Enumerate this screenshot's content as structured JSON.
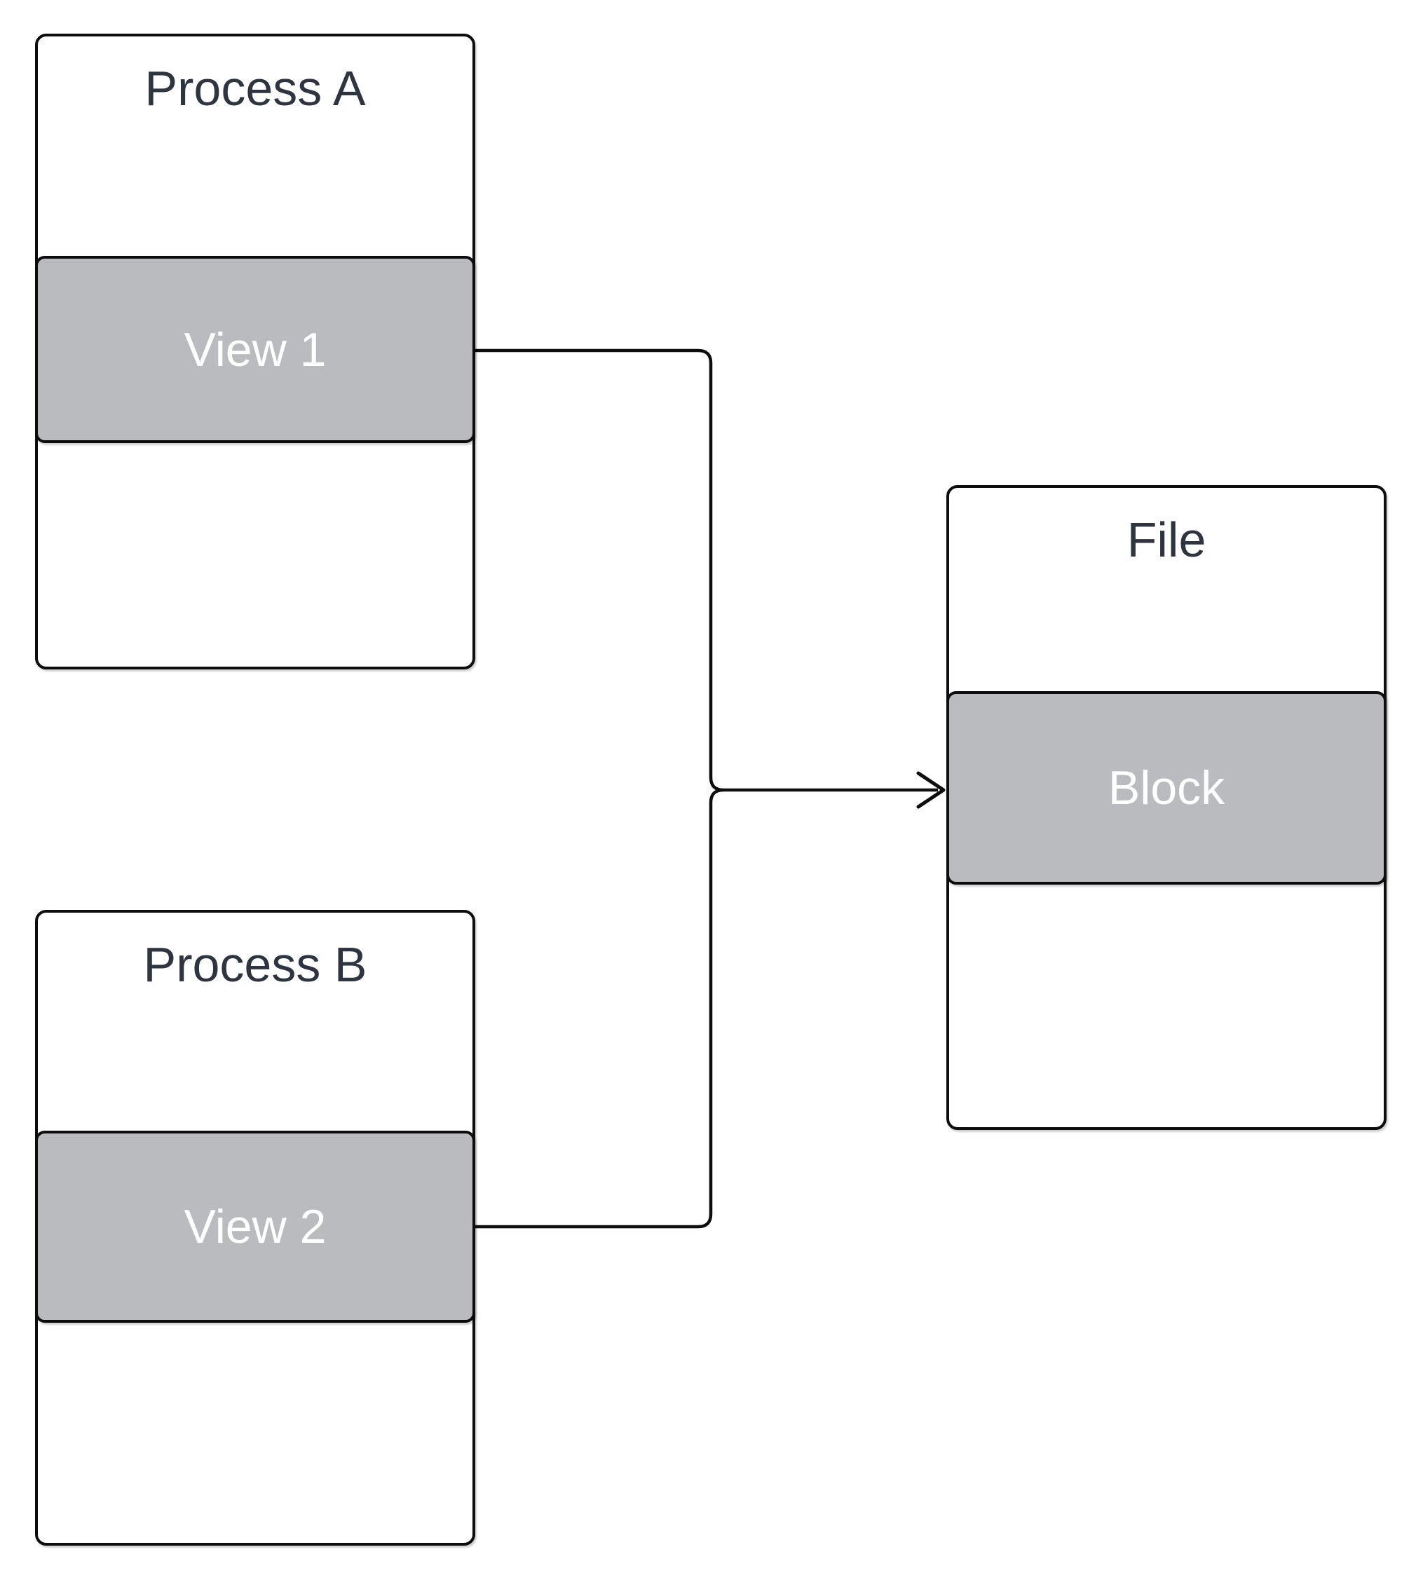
{
  "diagram": {
    "nodes": {
      "process_a": {
        "title": "Process A",
        "band_label": "View 1"
      },
      "process_b": {
        "title": "Process B",
        "band_label": "View 2"
      },
      "file": {
        "title": "File",
        "band_label": "Block"
      }
    },
    "connector": {
      "sources": [
        "View 1",
        "View 2"
      ],
      "target": "Block",
      "style": "merged orthogonal arrow"
    },
    "colors": {
      "background": "#ffffff",
      "node_fill": "#ffffff",
      "stroke": "#0d0d0d",
      "band_fill": "#b9bbbe",
      "band_text": "#ffffff",
      "title_text": "#2e3440"
    }
  }
}
